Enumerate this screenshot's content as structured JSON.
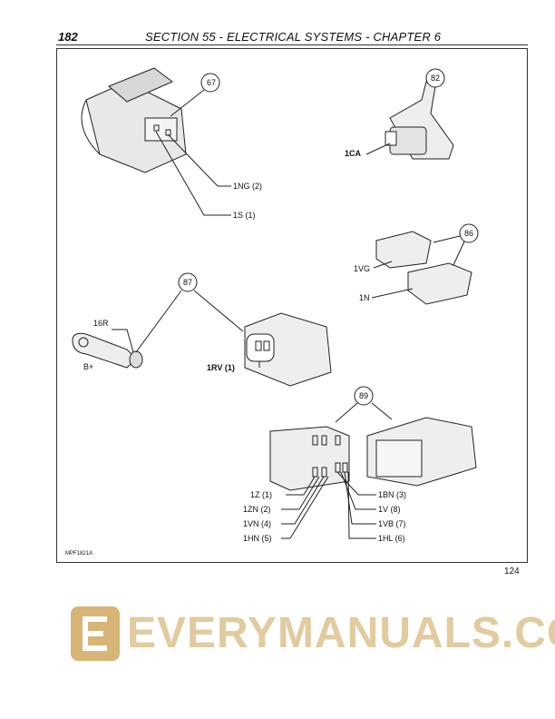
{
  "header": {
    "page_number": "182",
    "title": "SECTION 55 - ELECTRICAL SYSTEMS - CHAPTER 6"
  },
  "callouts": [
    "67",
    "82",
    "86",
    "87",
    "89"
  ],
  "labels": {
    "c67": [
      "1NG (2)",
      "1S (1)"
    ],
    "c82": [
      "1CA"
    ],
    "c86": [
      "1VG",
      "1N"
    ],
    "c87": [
      "16R",
      "B+",
      "1RV (1)"
    ],
    "c89_left": [
      "1Z (1)",
      "1ZN (2)",
      "1VN (4)",
      "1HN (5)"
    ],
    "c89_right": [
      "1BN (3)",
      "1V (8)",
      "1VB (7)",
      "1HL (6)"
    ]
  },
  "figure_code": "MPF1821A",
  "figure_number": "124",
  "watermark": "EVERYMANUALS.COM"
}
